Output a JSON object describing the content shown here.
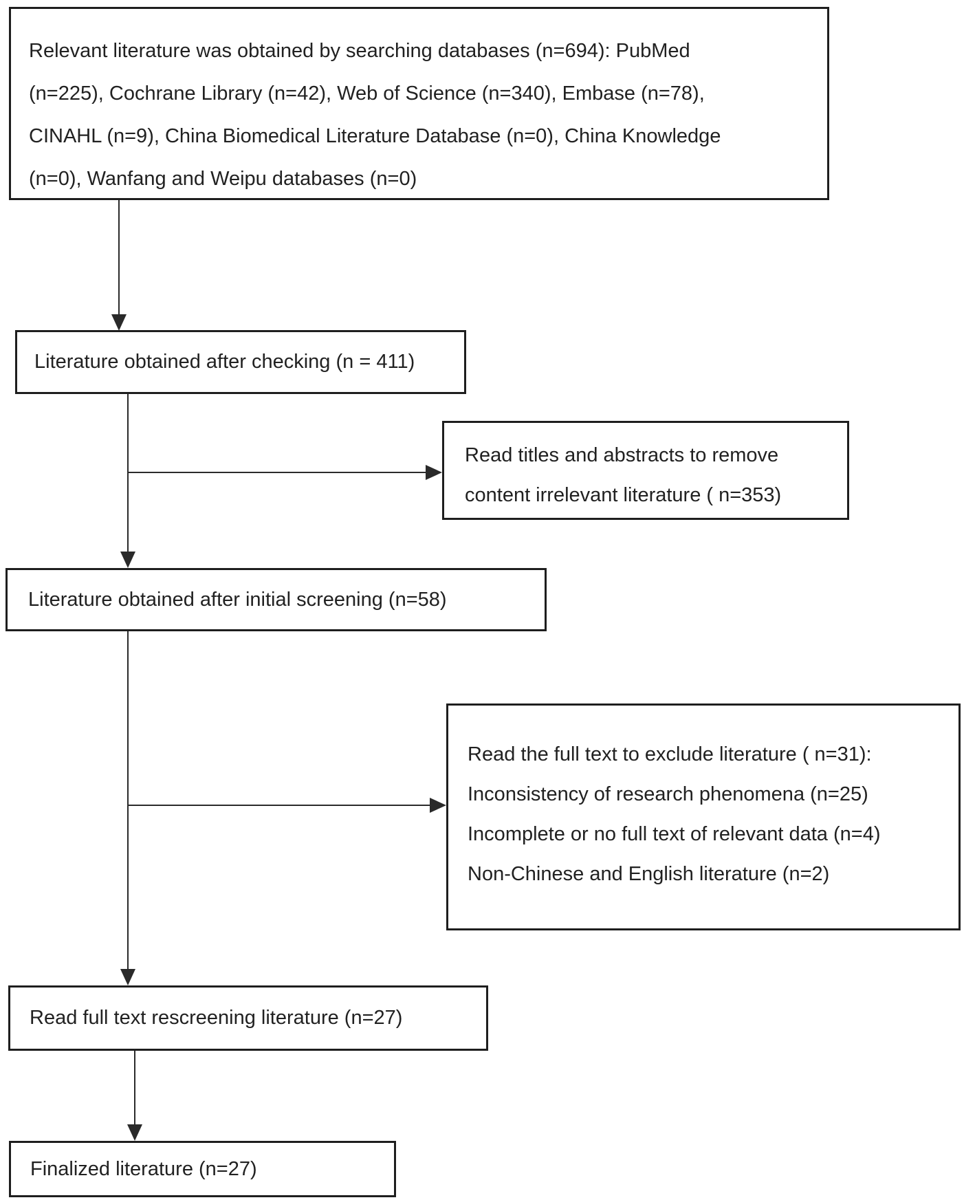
{
  "flowchart": {
    "boxes": {
      "identification": {
        "lines": [
          "Relevant literature was obtained by searching databases (n=694): PubMed",
          "(n=225), Cochrane Library (n=42), Web of Science (n=340), Embase (n=78),",
          "CINAHL (n=9), China Biomedical Literature Database (n=0), China Knowledge",
          "(n=0), Wanfang and Weipu databases (n=0)"
        ]
      },
      "after_checking": {
        "text": "Literature obtained after checking (n = 411)"
      },
      "title_abstract_screen": {
        "lines": [
          "Read titles and abstracts to remove",
          "content irrelevant literature ( n=353)"
        ]
      },
      "after_initial_screening": {
        "text": "Literature obtained after initial screening (n=58)"
      },
      "full_text_exclusion": {
        "lines": [
          "Read the full text to exclude literature ( n=31):",
          "Inconsistency of research phenomena (n=25)",
          "Incomplete or no full text of relevant data (n=4)",
          "Non-Chinese and English literature (n=2)"
        ]
      },
      "full_text_rescreening": {
        "text": "Read full text rescreening literature (n=27)"
      },
      "finalized": {
        "text": "Finalized literature (n=27)"
      }
    },
    "colors": {
      "background": "#ffffff",
      "box_border": "#1e1e1e",
      "text": "#212121",
      "arrow": "#2a2a2a"
    }
  }
}
